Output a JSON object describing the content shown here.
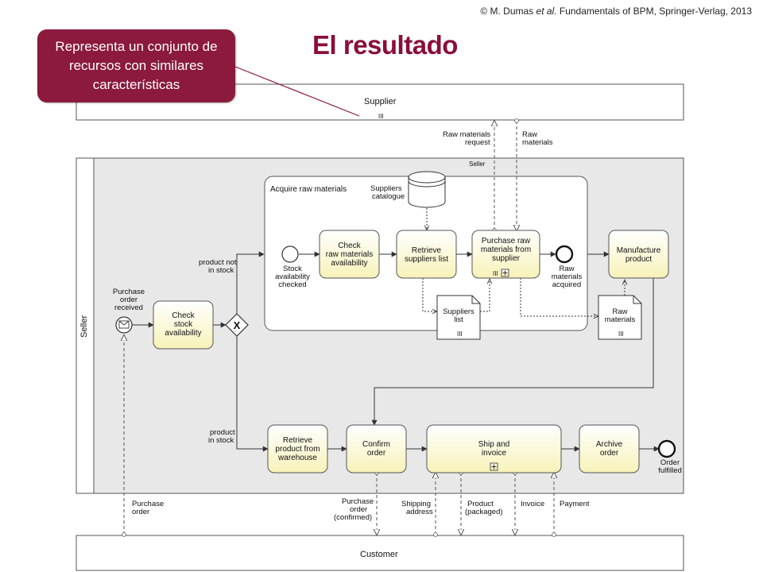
{
  "header": {
    "copyright_pre": "© M. Dumas ",
    "copyright_em": "et al.",
    "copyright_post": " Fundamentals of BPM, Springer-Verlag, 2013",
    "title": "El resultado"
  },
  "callout": {
    "text": "Representa un conjunto de recursos con similares características"
  },
  "pools": {
    "supplier": "Supplier",
    "seller": "Seller",
    "seller_lane": "Seller",
    "customer": "Customer"
  },
  "subprocess": {
    "label": "Acquire raw materials"
  },
  "tasks": {
    "check_stock": [
      "Check",
      "stock",
      "availability"
    ],
    "check_raw": [
      "Check",
      "raw materials",
      "availability"
    ],
    "retrieve_suppliers": [
      "Retrieve",
      "suppliers list"
    ],
    "purchase_raw": [
      "Purchase raw",
      "materials from",
      "supplier"
    ],
    "manufacture": [
      "Manufacture",
      "product"
    ],
    "retrieve_product": [
      "Retrieve",
      "product from",
      "warehouse"
    ],
    "confirm": [
      "Confirm",
      "order"
    ],
    "ship_invoice": [
      "Ship and",
      "invoice"
    ],
    "archive": [
      "Archive",
      "order"
    ]
  },
  "events": {
    "po_received": [
      "Purchase",
      "order",
      "received"
    ],
    "stock_checked": [
      "Stock",
      "availability",
      "checked"
    ],
    "raw_acquired": [
      "Raw",
      "materials",
      "acquired"
    ],
    "order_fulfilled": [
      "Order",
      "fulfilled"
    ]
  },
  "gateway": {
    "symbol": "X"
  },
  "flows": {
    "not_in_stock": [
      "product not",
      "in stock"
    ],
    "in_stock": [
      "product",
      "in stock"
    ]
  },
  "data": {
    "suppliers_db": [
      "Suppliers",
      "catalogue"
    ],
    "suppliers_list": [
      "Suppliers",
      "list"
    ],
    "raw_materials": [
      "Raw",
      "materials"
    ]
  },
  "messages": {
    "raw_request": [
      "Raw materials",
      "request"
    ],
    "raw_materials": [
      "Raw",
      "materials"
    ],
    "purchase_order": [
      "Purchase",
      "order"
    ],
    "po_confirmed": [
      "Purchase",
      "order",
      "(confirmed)"
    ],
    "shipping_address": [
      "Shipping",
      "address"
    ],
    "product_shipped": [
      "Product",
      "(packaged)"
    ],
    "invoice": [
      "Invoice"
    ],
    "payment": [
      "Payment"
    ]
  },
  "colors": {
    "title": "#8b0e3a",
    "callout": "#8b1a3c",
    "task_fill": "#fefcd6",
    "pool_bg": "#e8e8e8"
  }
}
